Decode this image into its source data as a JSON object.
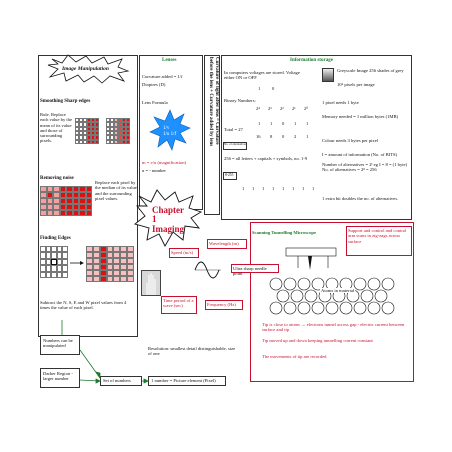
{
  "image_manipulation": {
    "title": "Image Manipulation",
    "smoothing": {
      "heading": "Smoothing Sharp edges",
      "text": "Rule. Replace each value by the mean of its value and those of surrounding pixels."
    },
    "removing_noise": {
      "heading": "Removing noise",
      "text": "Replace each pixel by the median of its value and the surrounding pixel values."
    },
    "finding_edges": {
      "heading": "Finding Edges",
      "text": "Subtract the N, S, E and W pixel values from 4 times the value of each pixel."
    }
  },
  "lenses": {
    "title": "Lenses",
    "curvature": "Curvature added = 1/f",
    "dioptres": "Dioptres (D)",
    "formula": "Lens Formula",
    "magnification_formula": "m = v/u (magnification)",
    "u_negative": "u = - number"
  },
  "curvature_rule": {
    "line1": "Curvature of light after lens = Curvature",
    "line2": "before the lens + Curvature added by lens"
  },
  "information_storage": {
    "title": "Information storage",
    "voltages": "In computers voltages are stored. Voltage either ON or OFF",
    "on_off_values": [
      "1",
      "0"
    ],
    "binary_numbers": "Binary Numbers:",
    "powers": [
      "2⁴",
      "2³",
      "2²",
      "2¹",
      "2⁰"
    ],
    "bits": [
      "1",
      "1",
      "0",
      "1",
      "1"
    ],
    "place_values": [
      "16",
      "8",
      "0",
      "2",
      "1"
    ],
    "total": "Total = 27",
    "no_of_alternatives": "No. of alternatives",
    "letters": "256 = all letters + capitals + symbols, no. 1-9",
    "power_8": "8-255",
    "bit_row": [
      "1",
      "1",
      "1",
      "1",
      "1",
      "1",
      "1",
      "1"
    ],
    "greyscale": "Greyscale Image 256 shades of grey",
    "pixels_per_image": "10⁶ pixels per image",
    "one_pixel": "1 pixel needs 1 byte",
    "memory": "Memory needed = 1 million bytes (1MB)",
    "colour": "Colour needs 3 bytes per pixel",
    "amount_info": "I = amount of information (No. of BITS)",
    "alternatives": "Number of alternatives = 2ᴵ eg I = 8 = (1 byte) No. of alternatives = 2⁸ = 256",
    "extra_bit": "1 extra bit doubles the no. of alternatives."
  },
  "chapter": {
    "title": "Chapter 1 Imaging"
  },
  "wave": {
    "wavelength": "Wavelength (m)",
    "speed": "Speed (m/s)",
    "time_period": "Time period of a wave (sec)",
    "frequency": "Frequency (Hz)"
  },
  "stm": {
    "title": "Scanning Tunnelling Microscope",
    "support": "Support and control and control arm scans in zig-zags across surface",
    "needle": "Ultra sharp needle point",
    "atoms": "Atoms in material",
    "bullet1": "Tip is close to atoms → electrons tunnel across gap - electric current between surface and tip",
    "bullet2": "Tip moved up and down keeping tunnelling current constant",
    "bullet3": "The movements of tip are recorded"
  },
  "pixels": {
    "manipulated": "Numbers can be manipulated",
    "darker": "Darker Region - larger number",
    "set_of_numbers": "Set of numbers",
    "resolution": "Resolution: smallest detail distinguishable, size of one",
    "picture_element": "1 number = Picture element (Pixel)"
  },
  "colors": {
    "red": "#c8102e",
    "green": "#1c7a2d",
    "star_blue": "#1e90ff"
  }
}
